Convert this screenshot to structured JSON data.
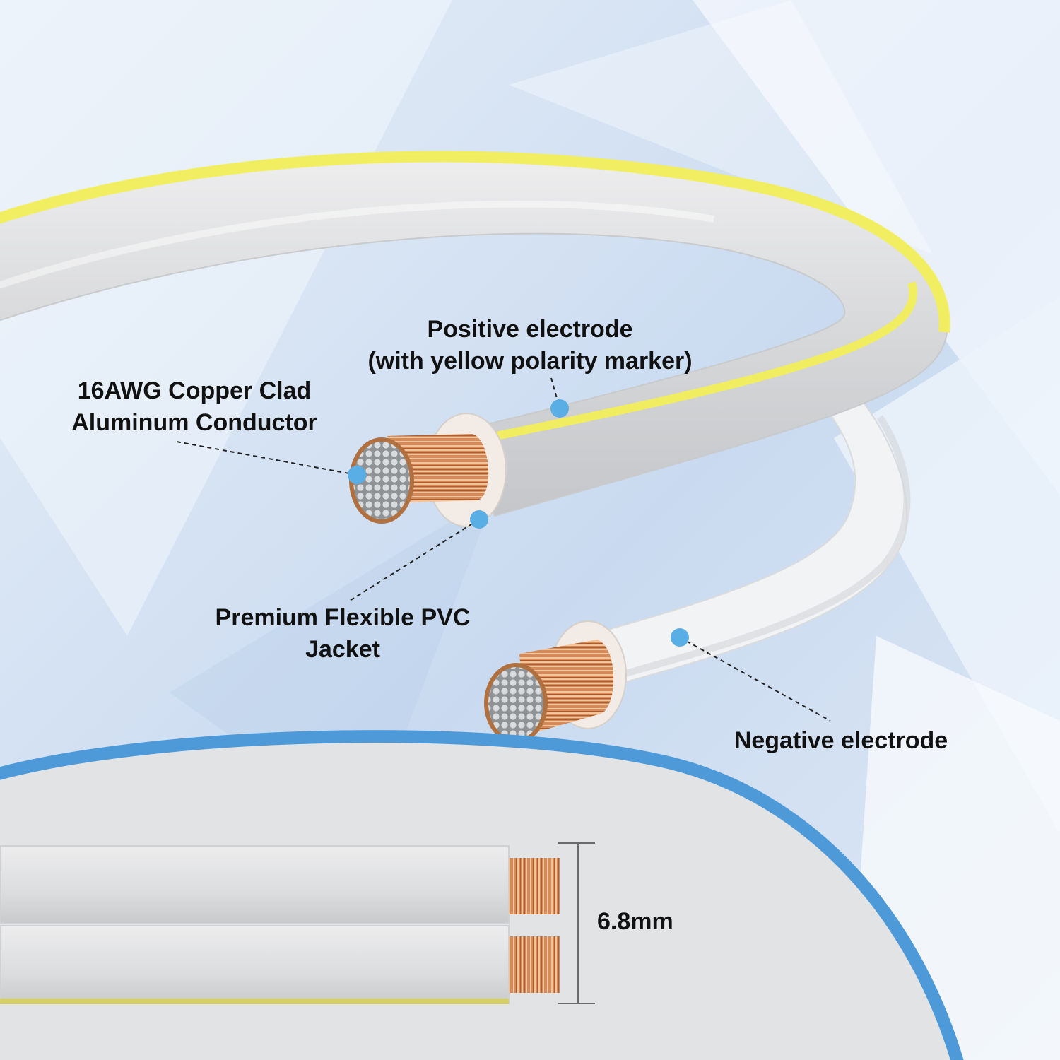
{
  "labels": {
    "positive_line1": "Positive electrode",
    "positive_line2": "(with yellow polarity marker)",
    "conductor_line1": "16AWG Copper Clad",
    "conductor_line2": "Aluminum Conductor",
    "jacket_line1": "Premium Flexible PVC",
    "jacket_line2": "Jacket",
    "negative": "Negative electrode",
    "dimension": "6.8mm"
  },
  "colors": {
    "callout_dot": "#5aaee6",
    "polarity_stripe": "#f2ee5a",
    "copper": "#d9915f",
    "aluminum_core": "#c9cbcd",
    "jacket": "#f5f6f7",
    "accent_arc": "#4e9ad8"
  }
}
